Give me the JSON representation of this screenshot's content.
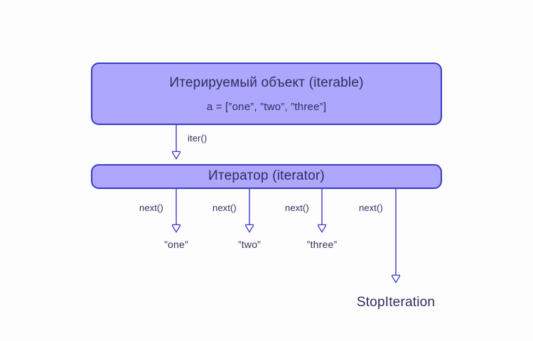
{
  "diagram": {
    "title": "Python iterable and iterator protocol diagram",
    "background_color": "#fdfdfe",
    "box_fill_color": "#ada7fd",
    "box_border_color": "#3b3bc4",
    "text_color": "#2e2e5c",
    "arrow_color": "#3b3bc4"
  },
  "iterable_node": {
    "title": "Итерируемый объект (iterable)",
    "code": "a = [”one”, ”two”, ”three”]"
  },
  "iterator_node": {
    "title": "Итератор (iterator)"
  },
  "iter_edge": {
    "label": "iter()"
  },
  "next_edges": [
    {
      "label": "next()",
      "result": "”one”"
    },
    {
      "label": "next()",
      "result": "”two”"
    },
    {
      "label": "next()",
      "result": "”three”"
    },
    {
      "label": "next()",
      "result": "StopIteration"
    }
  ],
  "stop_iteration": {
    "label": "StopIteration"
  }
}
